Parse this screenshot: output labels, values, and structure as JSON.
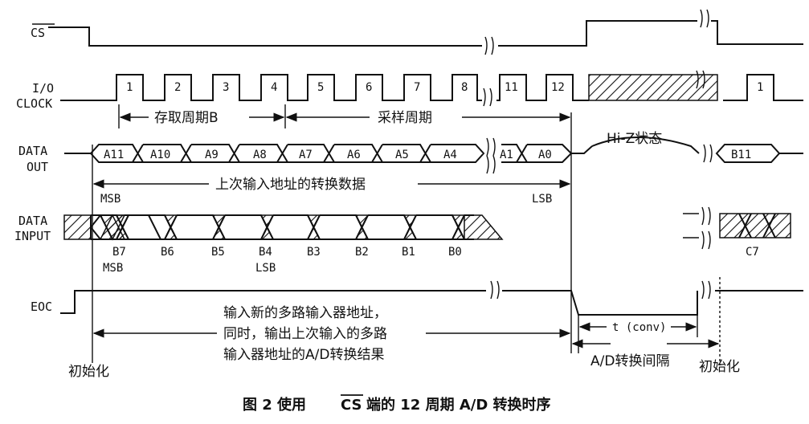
{
  "signals": {
    "cs": "CS",
    "io_line1": "I/O",
    "io_line2": "CLOCK",
    "dout_line1": "DATA",
    "dout_line2": "OUT",
    "din_line1": "DATA",
    "din_line2": "INPUT",
    "eoc": "EOC"
  },
  "clock_labels": [
    "1",
    "2",
    "3",
    "4",
    "5",
    "6",
    "7",
    "8",
    "11",
    "12"
  ],
  "clock_label_end": "1",
  "data_out_labels": [
    "A11",
    "A10",
    "A9",
    "A8",
    "A7",
    "A6",
    "A5",
    "A4",
    "A1",
    "A0"
  ],
  "data_out_end": "B11",
  "data_in_labels": [
    "B7",
    "B6",
    "B5",
    "B4",
    "B3",
    "B2",
    "B1",
    "B0"
  ],
  "data_in_end": "C7",
  "annotations": {
    "access_period": "存取周期B",
    "sample_period": "采样周期",
    "hiz_state": "Hi-Z状态",
    "prev_data": "上次输入地址的转换数据",
    "msb_out": "MSB",
    "lsb_out": "LSB",
    "msb_in": "MSB",
    "lsb_in": "LSB",
    "eoc_note_1": "输入新的多路输入器地址，",
    "eoc_note_2": "同时，输出上次输入的多路",
    "eoc_note_3": "输入器地址的A/D转换结果",
    "tconv": "t (conv)",
    "ad_interval": "A/D转换间隔",
    "init_left": "初始化",
    "init_right": "初始化"
  },
  "caption": {
    "prefix": "图 2  使用",
    "cs": "CS",
    "suffix": "端的 12 周期 A/D 转换时序"
  }
}
